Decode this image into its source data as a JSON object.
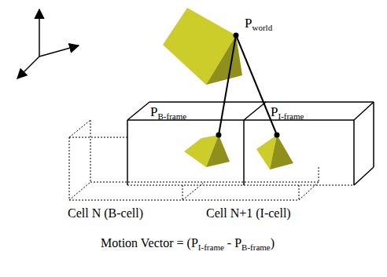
{
  "diagram": {
    "nodes": [
      {
        "text": [
          "Cell N (B-cell)"
        ]
      },
      {
        "text": [
          "Cell N+1 (I-cell)"
        ]
      }
    ],
    "labels": [
      "P",
      "world",
      "P",
      "B-frame",
      "P",
      "I-frame",
      "Motion Vector = (P",
      "I-frame",
      "- P",
      "B-frame",
      ")"
    ]
  }
}
